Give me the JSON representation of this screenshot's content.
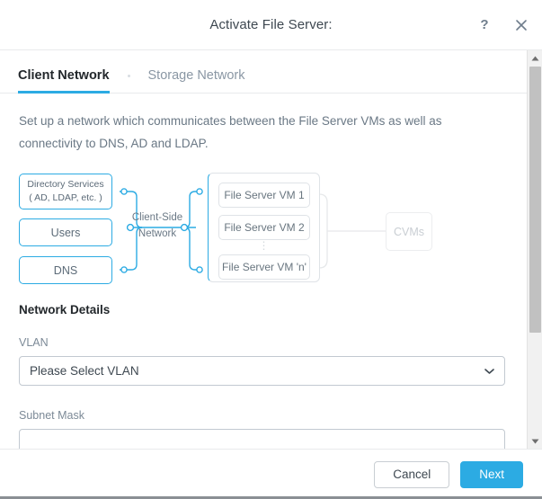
{
  "window": {
    "title": "Activate File Server:",
    "help_icon": "question-mark-icon",
    "close_icon": "close-icon"
  },
  "tabs": [
    {
      "label": "Client Network",
      "active": true
    },
    {
      "label": "Storage Network",
      "active": false
    }
  ],
  "description": "Set up a network which communicates between the File Server VMs as well as connectivity to DNS, AD and LDAP.",
  "diagram": {
    "left_boxes": [
      {
        "label_line1": "Directory Services",
        "label_line2": "( AD, LDAP, etc. )"
      },
      {
        "label_line1": "Users",
        "label_line2": ""
      },
      {
        "label_line1": "DNS",
        "label_line2": ""
      }
    ],
    "network_label_line1": "Client-Side",
    "network_label_line2": "Network",
    "vm_boxes": [
      {
        "label": "File Server VM 1"
      },
      {
        "label": "File Server VM 2"
      },
      {
        "label": "File Server VM 'n'"
      }
    ],
    "vm_ellipsis": "⋮",
    "cvm_label": "CVMs",
    "accent_color": "#2cabe3",
    "muted_color": "#dfe3e7",
    "ghost_color": "#ecedef"
  },
  "form": {
    "section_title": "Network Details",
    "vlan": {
      "label": "VLAN",
      "value": "Please Select VLAN",
      "caret_icon": "chevron-down-icon"
    },
    "subnet_mask": {
      "label": "Subnet Mask",
      "value": "",
      "placeholder": ""
    }
  },
  "scrollbar": {
    "up_icon": "triangle-up-icon",
    "down_icon": "triangle-down-icon"
  },
  "footer": {
    "cancel_label": "Cancel",
    "next_label": "Next"
  }
}
